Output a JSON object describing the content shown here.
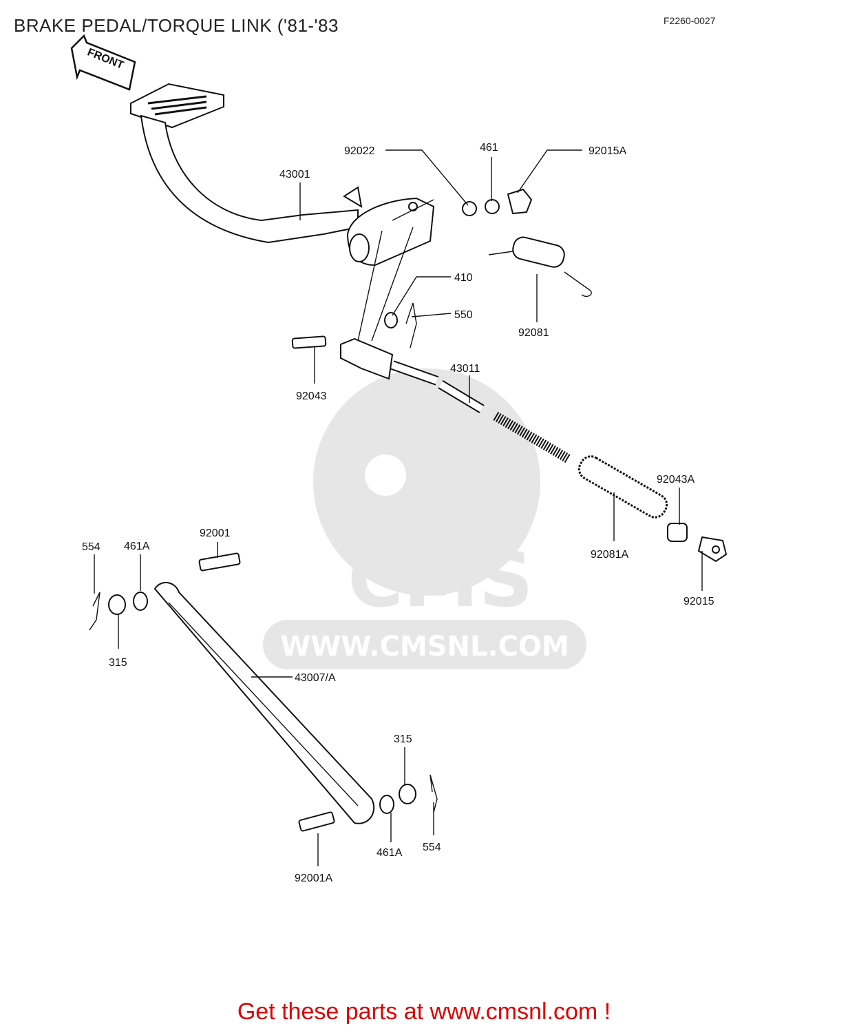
{
  "header": {
    "title": "BRAKE PEDAL/TORQUE LINK ('81-'83",
    "figure_number": "F2260-0027"
  },
  "watermark": {
    "brand": "CMS",
    "url": "WWW.CMSNL.COM"
  },
  "front_arrow_label": "FRONT",
  "callouts": {
    "c43001": "43001",
    "c92022": "92022",
    "c461": "461",
    "c92015A": "92015A",
    "c410": "410",
    "c550": "550",
    "c92081": "92081",
    "c43011": "43011",
    "c92043": "92043",
    "c92043A": "92043A",
    "c92081A": "92081A",
    "c92015": "92015",
    "c554a": "554",
    "c461Aa": "461A",
    "c92001": "92001",
    "c315a": "315",
    "c43007A": "43007/A",
    "c315b": "315",
    "c554b": "554",
    "c461Ab": "461A",
    "c92001A": "92001A"
  },
  "footer": {
    "cta": "Get these parts at www.cmsnl.com !"
  },
  "colors": {
    "footer_text": "#dd0000",
    "watermark": "#e6e6e6"
  }
}
